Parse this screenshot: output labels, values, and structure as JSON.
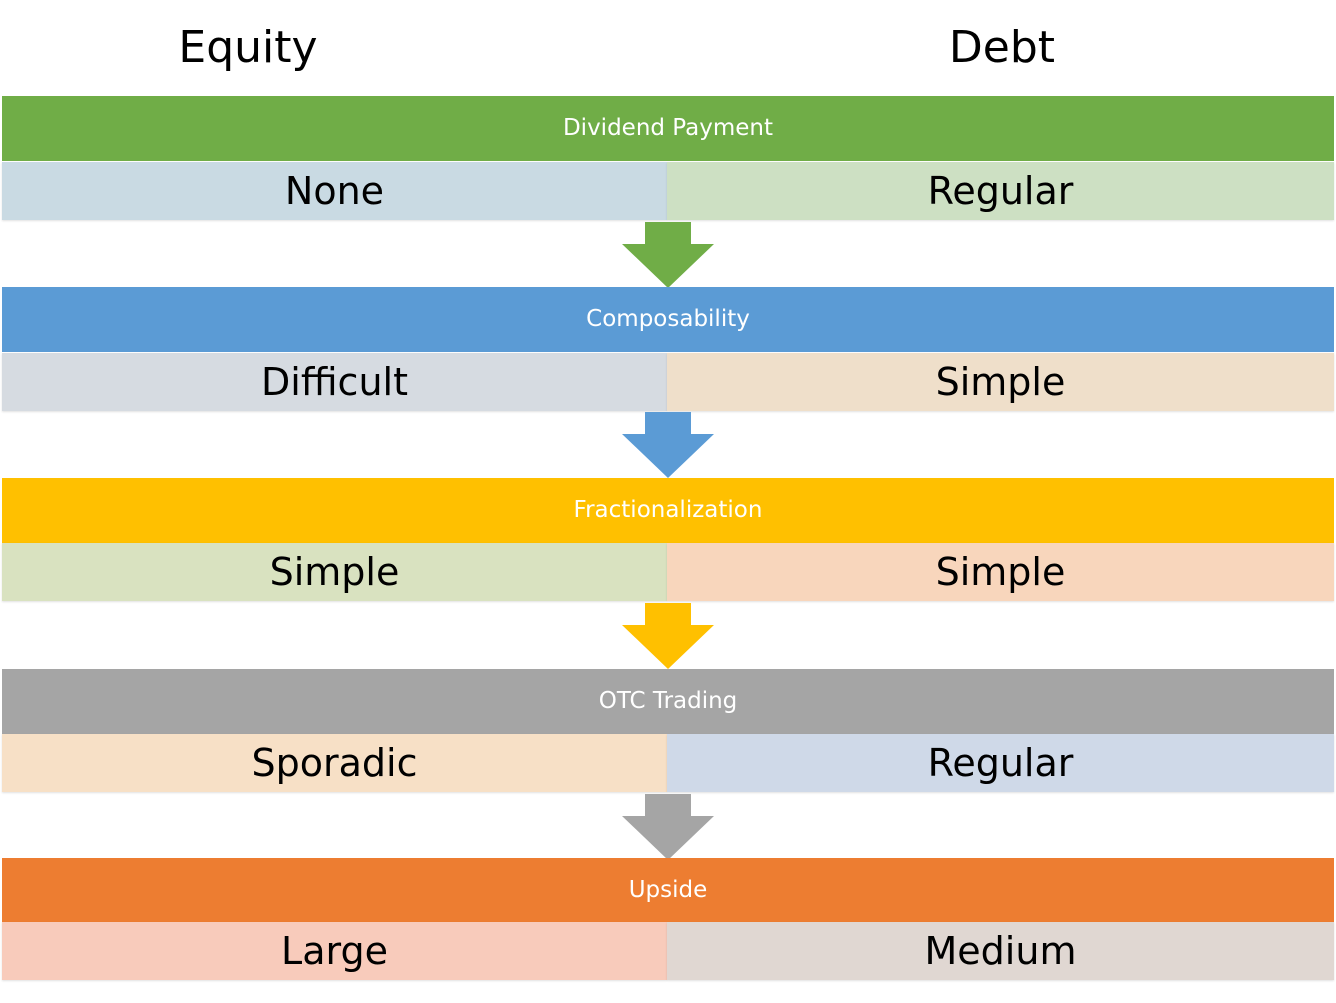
{
  "headers": {
    "left": "Equity",
    "right": "Debt"
  },
  "rows": [
    {
      "title": "Dividend Payment",
      "equity": "None",
      "debt": "Regular",
      "band_color": "#70ad47",
      "equity_bg": "#c9dae3",
      "debt_bg": "#cde0c3"
    },
    {
      "title": "Composability",
      "equity": "Difficult",
      "debt": "Simple",
      "band_color": "#5b9bd5",
      "equity_bg": "#d6dbe1",
      "debt_bg": "#efdfca"
    },
    {
      "title": "Fractionalization",
      "equity": "Simple",
      "debt": "Simple",
      "band_color": "#ffc000",
      "equity_bg": "#d9e2c0",
      "debt_bg": "#f8d6bc"
    },
    {
      "title": "OTC Trading",
      "equity": "Sporadic",
      "debt": "Regular",
      "band_color": "#a5a5a5",
      "equity_bg": "#f7e0c6",
      "debt_bg": "#cfd9e8"
    },
    {
      "title": "Upside",
      "equity": "Large",
      "debt": "Medium",
      "band_color": "#ed7d31",
      "equity_bg": "#f8cbbb",
      "debt_bg": "#e0d7d2"
    }
  ]
}
